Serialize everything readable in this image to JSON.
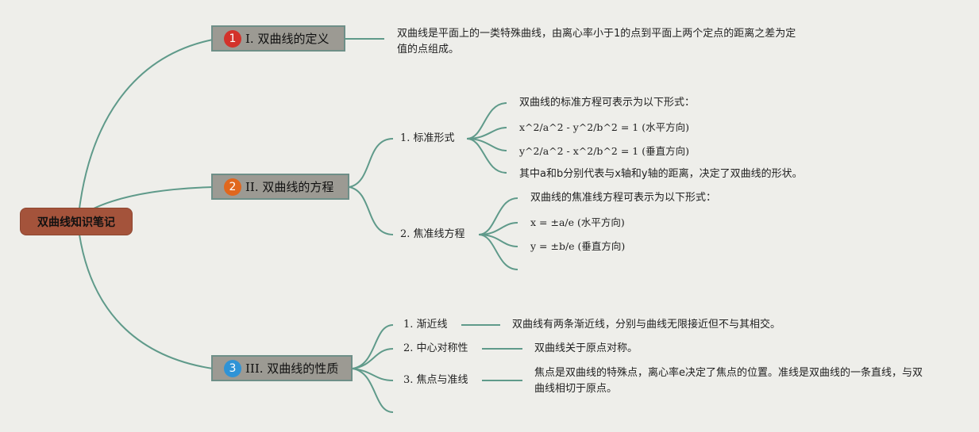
{
  "root": {
    "title": "双曲线知识笔记",
    "color": "#a4533b"
  },
  "topics": [
    {
      "num": "1",
      "num_color": "#d3322b",
      "label": "I. 双曲线的定义",
      "text": "双曲线是平面上的一类特殊曲线，由离心率小于1的点到平面上两个定点的距离之差为定值的点组成。"
    },
    {
      "num": "2",
      "num_color": "#e0671e",
      "label": "II. 双曲线的方程",
      "subs": [
        {
          "label": "1. 标准形式",
          "items": [
            "双曲线的标准方程可表示为以下形式：",
            "x^2/a^2 - y^2/b^2 = 1 (水平方向)",
            "y^2/a^2 - x^2/b^2 = 1 (垂直方向)",
            "其中a和b分别代表与x轴和y轴的距离，决定了双曲线的形状。"
          ]
        },
        {
          "label": "2. 焦准线方程",
          "items": [
            "双曲线的焦准线方程可表示为以下形式：",
            "x = ±a/e (水平方向)",
            "y = ±b/e (垂直方向)"
          ]
        }
      ]
    },
    {
      "num": "3",
      "num_color": "#2f93d6",
      "label": "III. 双曲线的性质",
      "subs": [
        {
          "label": "1. 渐近线",
          "text": "双曲线有两条渐近线，分别与曲线无限接近但不与其相交。"
        },
        {
          "label": "2. 中心对称性",
          "text": "双曲线关于原点对称。"
        },
        {
          "label": "3. 焦点与准线",
          "text": "焦点是双曲线的特殊点，离心率e决定了焦点的位置。准线是双曲线的一条直线，与双曲线相切于原点。"
        }
      ]
    }
  ],
  "colors": {
    "line": "#5f9a8a",
    "topic_bg": "#9c9a93",
    "background": "#eeeeea"
  }
}
